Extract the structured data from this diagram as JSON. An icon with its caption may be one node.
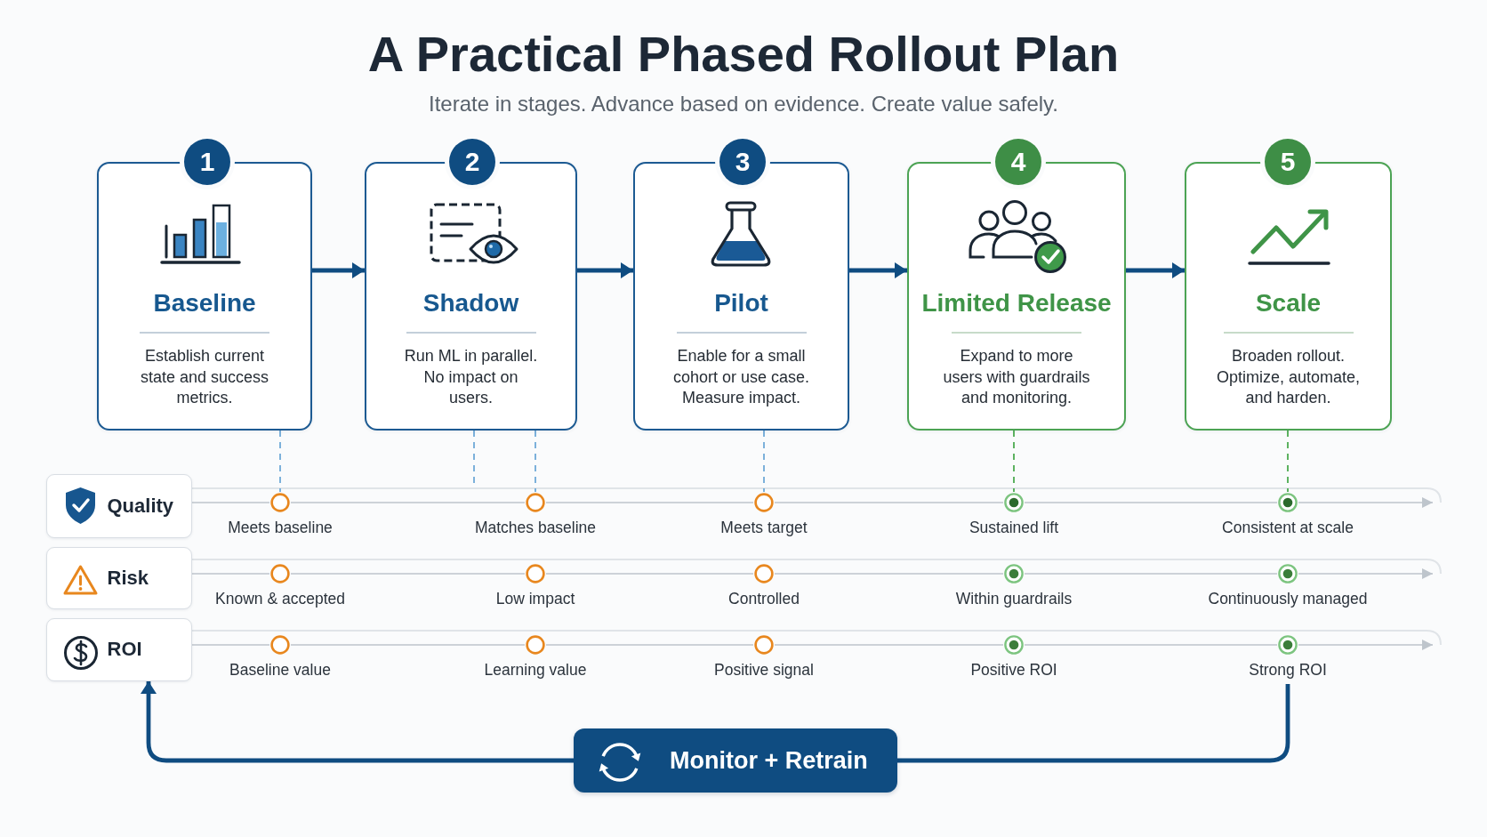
{
  "diagram": {
    "title": "A Practical Phased Rollout Plan",
    "nodes": [
      {
        "text": [
          "1"
        ]
      },
      {
        "text": [
          "Baseline",
          "Establish current state and success metrics."
        ]
      },
      {
        "text": [
          "2"
        ]
      },
      {
        "text": [
          "Shadow",
          "Run ML in parallel. No impact on users."
        ]
      },
      {
        "text": [
          "3"
        ]
      },
      {
        "text": [
          "Pilot",
          "Enable for a small cohort or use case. Measure impact."
        ]
      },
      {
        "text": [
          "4"
        ]
      },
      {
        "text": [
          "Limited Release",
          "Expand to more users with guardrails and monitoring."
        ]
      },
      {
        "text": [
          "5"
        ]
      },
      {
        "text": [
          "Scale",
          "Broaden rollout. Optimize, automate, and harden."
        ]
      },
      {
        "text": [
          "Quality"
        ]
      },
      {
        "text": [],
        "shape": "circle",
        "beside": [
          "Meets baseline"
        ]
      },
      {
        "text": [],
        "shape": "circle",
        "beside": [
          "Matches baseline"
        ]
      },
      {
        "text": [],
        "shape": "circle",
        "beside": [
          "Meets target"
        ]
      },
      {
        "text": [],
        "shape": "circle",
        "beside": [
          "Sustained lift"
        ]
      },
      {
        "text": [],
        "shape": "circle",
        "beside": [
          "Consistent at scale"
        ]
      },
      {
        "text": [
          "Risk"
        ]
      },
      {
        "text": [],
        "shape": "circle",
        "beside": [
          "Known & accepted"
        ]
      },
      {
        "text": [],
        "shape": "circle",
        "beside": [
          "Low impact"
        ]
      },
      {
        "text": [],
        "shape": "circle",
        "beside": [
          "Controlled"
        ]
      },
      {
        "text": [],
        "shape": "circle",
        "beside": [
          "Within guardrails"
        ]
      },
      {
        "text": [],
        "shape": "circle",
        "beside": [
          "Continuously managed"
        ]
      },
      {
        "text": [
          "ROI"
        ]
      },
      {
        "text": [],
        "shape": "circle",
        "beside": [
          "Baseline value"
        ]
      },
      {
        "text": [],
        "shape": "circle",
        "beside": [
          "Learning value"
        ]
      },
      {
        "text": [],
        "shape": "circle",
        "beside": [
          "Positive signal"
        ]
      },
      {
        "text": [],
        "shape": "circle",
        "beside": [
          "Positive ROI"
        ]
      },
      {
        "text": [],
        "shape": "circle",
        "beside": [
          "Strong ROI"
        ]
      },
      {
        "text": [
          "Monitor + Retrain"
        ]
      }
    ],
    "edges": [
      {
        "from": 1,
        "to": 3,
        "arrow": "to",
        "style": "thick",
        "color": "#0f4c81"
      },
      {
        "from": 3,
        "to": 5,
        "arrow": "to",
        "style": "thick",
        "color": "#0f4c81"
      },
      {
        "from": 5,
        "to": 7,
        "arrow": "to",
        "style": "thick",
        "color": "#0f4c81"
      },
      {
        "from": 7,
        "to": 9,
        "arrow": "to",
        "style": "thick",
        "color": "#0f4c81"
      },
      {
        "from": 1,
        "to": 11,
        "arrow": "none",
        "style": "dashed",
        "color": "#6fa9d8"
      },
      {
        "from": 3,
        "to": null,
        "arrow": "none",
        "style": "dashed",
        "color": "#6fa9d8"
      },
      {
        "from": 3,
        "to": 12,
        "arrow": "none",
        "style": "dashed",
        "color": "#6fa9d8"
      },
      {
        "from": 5,
        "to": 13,
        "arrow": "none",
        "style": "dashed",
        "color": "#6fa9d8"
      },
      {
        "from": 7,
        "to": 14,
        "arrow": "none",
        "style": "dashed",
        "color": "#4caa50"
      },
      {
        "from": 9,
        "to": 15,
        "arrow": "none",
        "style": "dashed",
        "color": "#4caa50"
      },
      {
        "from": 27,
        "to": 28,
        "arrow": "none",
        "style": "thick",
        "color": "#0f4c81"
      },
      {
        "from": 28,
        "to": 22,
        "arrow": "to",
        "style": "thick",
        "color": "#0f4c81"
      },
      {
        "from": 10,
        "to": 11,
        "arrow": "none"
      },
      {
        "from": 11,
        "to": 12,
        "arrow": "none"
      },
      {
        "from": 12,
        "to": 13,
        "arrow": "none"
      },
      {
        "from": 13,
        "to": 14,
        "arrow": "none"
      },
      {
        "from": 14,
        "to": 15,
        "arrow": "none"
      },
      {
        "from": 15,
        "to": null,
        "arrow": "to"
      },
      {
        "from": 16,
        "to": 17,
        "arrow": "none"
      },
      {
        "from": 17,
        "to": 18,
        "arrow": "none"
      },
      {
        "from": 18,
        "to": 19,
        "arrow": "none"
      },
      {
        "from": 19,
        "to": 20,
        "arrow": "none"
      },
      {
        "from": 20,
        "to": 21,
        "arrow": "none"
      },
      {
        "from": 21,
        "to": null,
        "arrow": "to"
      },
      {
        "from": 22,
        "to": 23,
        "arrow": "none"
      },
      {
        "from": 23,
        "to": 24,
        "arrow": "none"
      },
      {
        "from": 24,
        "to": 25,
        "arrow": "none"
      },
      {
        "from": 25,
        "to": 26,
        "arrow": "none"
      },
      {
        "from": 26,
        "to": 27,
        "arrow": "none"
      },
      {
        "from": 27,
        "to": null,
        "arrow": "to"
      }
    ],
    "labels": [
      "Iterate in stages. Advance based on evidence. Create value safely."
    ]
  }
}
